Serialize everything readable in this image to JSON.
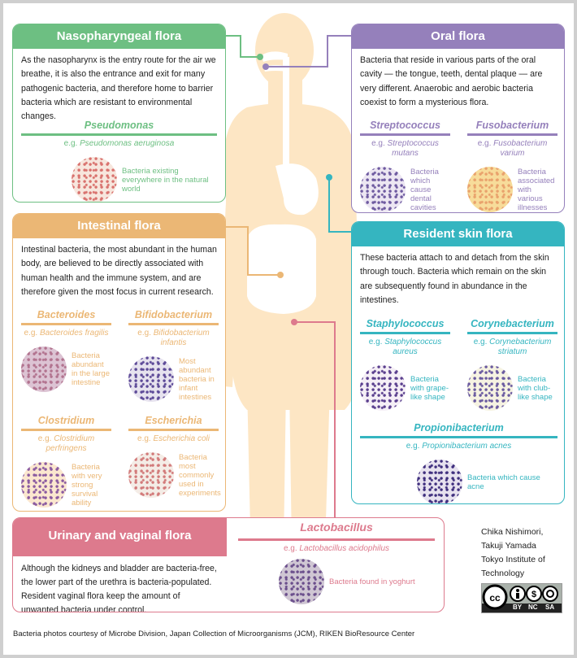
{
  "colors": {
    "nasopharyngeal": "#6dbf82",
    "oral": "#9580bb",
    "intestinal": "#ebb775",
    "skin": "#35b5c0",
    "urinary": "#dd7a8d",
    "body": "#fde6c4"
  },
  "nasopharyngeal": {
    "title": "Nasopharyngeal flora",
    "text": "As the nasopharynx is the entry route for the air we breathe, it is also the entrance and exit for many pathogenic bacteria, and therefore home to barrier bacteria which are resistant to environmental changes.",
    "species": [
      {
        "name": "Pseudomonas",
        "eg": "e.g.",
        "example": "Pseudomonas aeruginosa",
        "caption": "Bacteria existing everywhere in the natural world",
        "photo": [
          "#f7e6dd",
          "#d9726e"
        ]
      }
    ]
  },
  "oral": {
    "title": "Oral flora",
    "text": "Bacteria that reside in various parts of the oral cavity — the tongue, teeth, dental plaque — are very different. Anaerobic and aerobic bacteria coexist to form a mysterious flora.",
    "species": [
      {
        "name": "Streptococcus",
        "eg": "e.g.",
        "example": "Streptococcus mutans",
        "caption": "Bacteria which cause dental cavities",
        "photo": [
          "#ece6f2",
          "#6e5aa0"
        ]
      },
      {
        "name": "Fusobacterium",
        "eg": "e.g.",
        "example": "Fusobacterium varium",
        "caption": "Bacteria associated with various illnesses",
        "photo": [
          "#f7dc9a",
          "#e9a26c"
        ]
      }
    ]
  },
  "intestinal": {
    "title": "Intestinal flora",
    "text": "Intestinal bacteria, the most abundant in the human body, are believed to be directly associated with human health and the immune system, and are therefore given the most focus in current research.",
    "species": [
      {
        "name": "Bacteroides",
        "eg": "e.g.",
        "example": "Bacteroides fragilis",
        "caption": "Bacteria abundant in the large intestine",
        "photo": [
          "#dcc3d3",
          "#b2738f"
        ]
      },
      {
        "name": "Bifidobacterium",
        "eg": "e.g.",
        "example": "Bifidobacterium infantis",
        "caption": "Most abundant bacteria in infant intestines",
        "photo": [
          "#e6e2ee",
          "#5d4a98"
        ]
      },
      {
        "name": "Clostridium",
        "eg": "e.g.",
        "example": "Clostridium perfringens",
        "caption": "Bacteria with very strong survival ability",
        "photo": [
          "#fbe7cf",
          "#8a5aa0"
        ]
      },
      {
        "name": "Escherichia",
        "eg": "e.g.",
        "example": "Escherichia coli",
        "caption": "Bacteria most commonly used in experiments",
        "photo": [
          "#f4ece6",
          "#d27a7a"
        ]
      }
    ]
  },
  "skin": {
    "title": "Resident skin flora",
    "text": "These bacteria attach to and detach from the skin through touch. Bacteria which remain on the skin are subsequently found in abundance in the intestines.",
    "species": [
      {
        "name": "Staphylococcus",
        "eg": "e.g.",
        "example": "Staphylococcus aureus",
        "caption": "Bacteria with grape-like shape",
        "photo": [
          "#f5eff6",
          "#5a3f8e"
        ]
      },
      {
        "name": "Corynebacterium",
        "eg": "e.g.",
        "example": "Corynebacterium striatum",
        "caption": "Bacteria with club-like shape",
        "photo": [
          "#f6f3e2",
          "#6a5aa0"
        ]
      },
      {
        "name": "Propionibacterium",
        "eg": "e.g.",
        "example": "Propionibacterium acnes",
        "caption": "Bacteria which cause acne",
        "photo": [
          "#e7e2ef",
          "#3f2f7e"
        ]
      }
    ]
  },
  "urinary": {
    "title": "Urinary and vaginal flora",
    "text": "Although the kidneys and bladder are bacteria-free, the lower part of the urethra is bacteria-populated. Resident vaginal flora keep the amount of unwanted bacteria under control.",
    "species": [
      {
        "name": "Lactobacillus",
        "eg": "e.g.",
        "example": "Lactobacillus acidophilus",
        "caption": "Bacteria found in yoghurt",
        "photo": [
          "#cfc6d3",
          "#6b4f8c"
        ]
      }
    ]
  },
  "credits": {
    "lines": [
      "Chika Nishimori,",
      "Takuji Yamada",
      "Tokyo Institute of",
      "Technology"
    ]
  },
  "license": {
    "icon": "cc-by-nc-sa-badge",
    "labels": [
      "BY",
      "NC",
      "SA"
    ]
  },
  "footer": "Bacteria photos courtesy of Microbe Division, Japan Collection of Microorganisms (JCM), RIKEN BioResource Center"
}
